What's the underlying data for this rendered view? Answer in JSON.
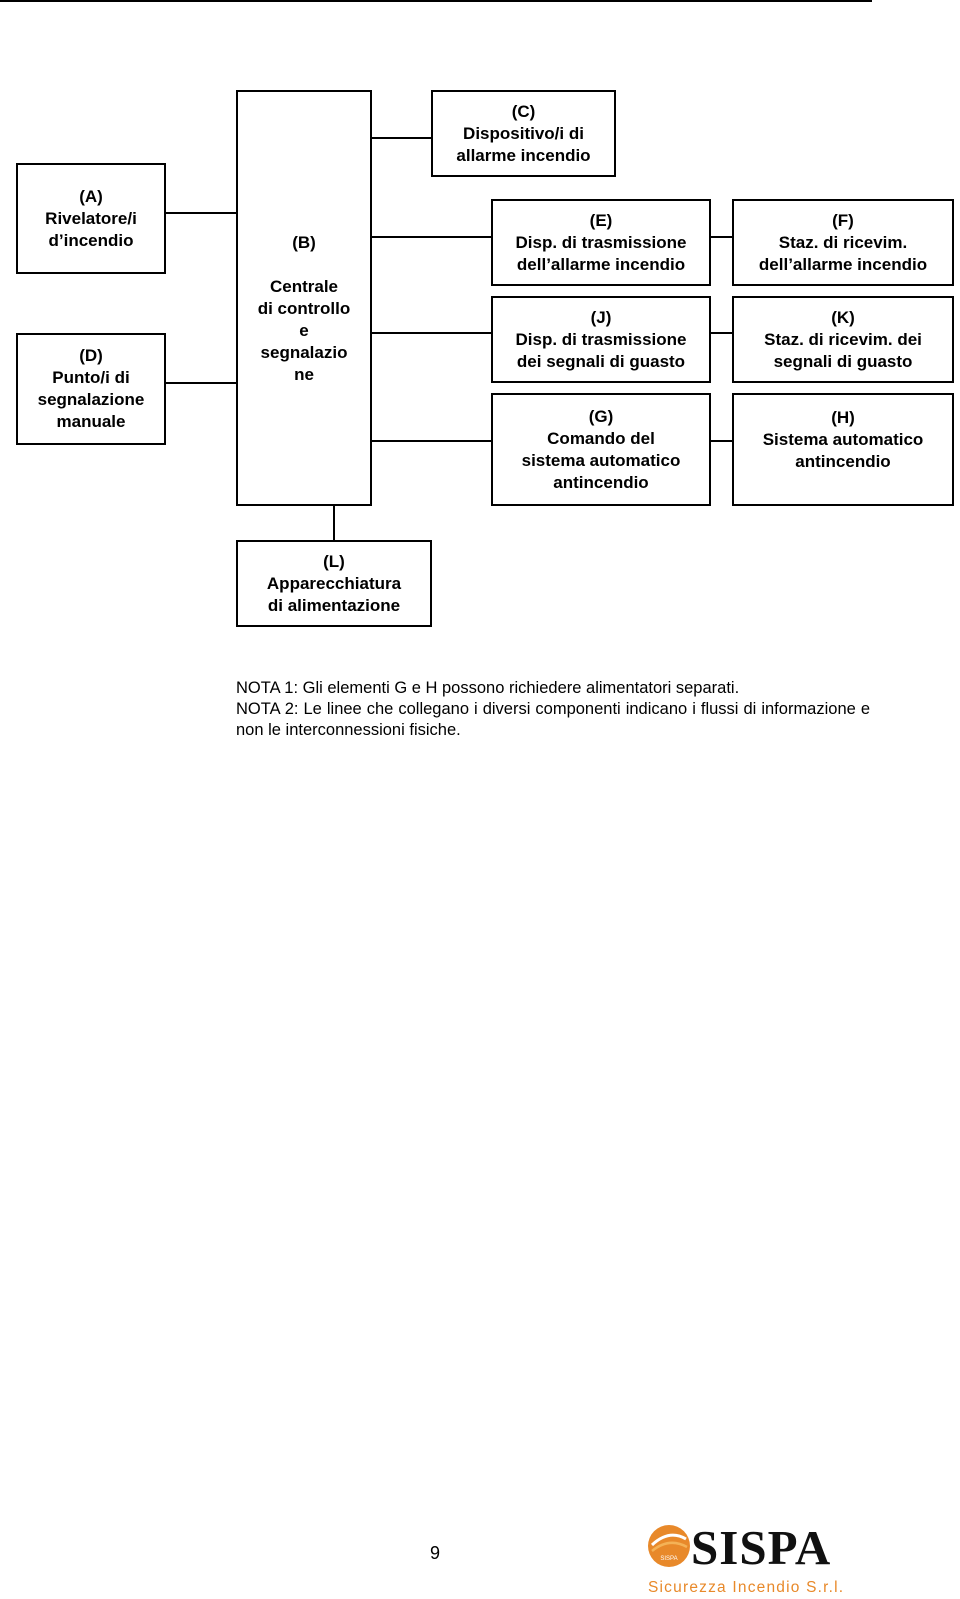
{
  "boxes": {
    "a": [
      "(A)",
      "Rivelatore/i",
      "d’incendio"
    ],
    "d": [
      "(D)",
      "Punto/i di",
      "segnalazione",
      "manuale"
    ],
    "b": [
      "(B)",
      "",
      "Centrale",
      "di controllo",
      "e",
      "segnalazio",
      "ne"
    ],
    "c": [
      "(C)",
      "Dispositivo/i di",
      "allarme incendio"
    ],
    "e": [
      "(E)",
      "Disp. di trasmissione",
      "dell’allarme incendio"
    ],
    "j": [
      "(J)",
      "Disp. di trasmissione",
      "dei segnali di guasto"
    ],
    "g": [
      "(G)",
      "Comando del",
      "sistema automatico",
      "antincendio"
    ],
    "f": [
      "(F)",
      "Staz. di ricevim.",
      "dell’allarme incendio"
    ],
    "k": [
      "(K)",
      "Staz. di ricevim. dei",
      "segnali di guasto"
    ],
    "h": [
      "(H)",
      "Sistema automatico",
      "antincendio"
    ],
    "l": [
      "(L)",
      "Apparecchiatura",
      "di alimentazione"
    ]
  },
  "notes": {
    "nota1": "NOTA 1: Gli elementi G e H possono richiedere alimentatori separati.",
    "nota2": "NOTA 2: Le linee che collegano i diversi componenti indicano i flussi di informazione e non le interconnessioni fisiche."
  },
  "page_number": "9",
  "logo": {
    "name": "SISPA",
    "tagline": "Sicurezza Incendio S.r.l.",
    "emblem_text": "SISPA",
    "colors": {
      "primary": "#e8892a",
      "accent": "#f4b256"
    }
  }
}
